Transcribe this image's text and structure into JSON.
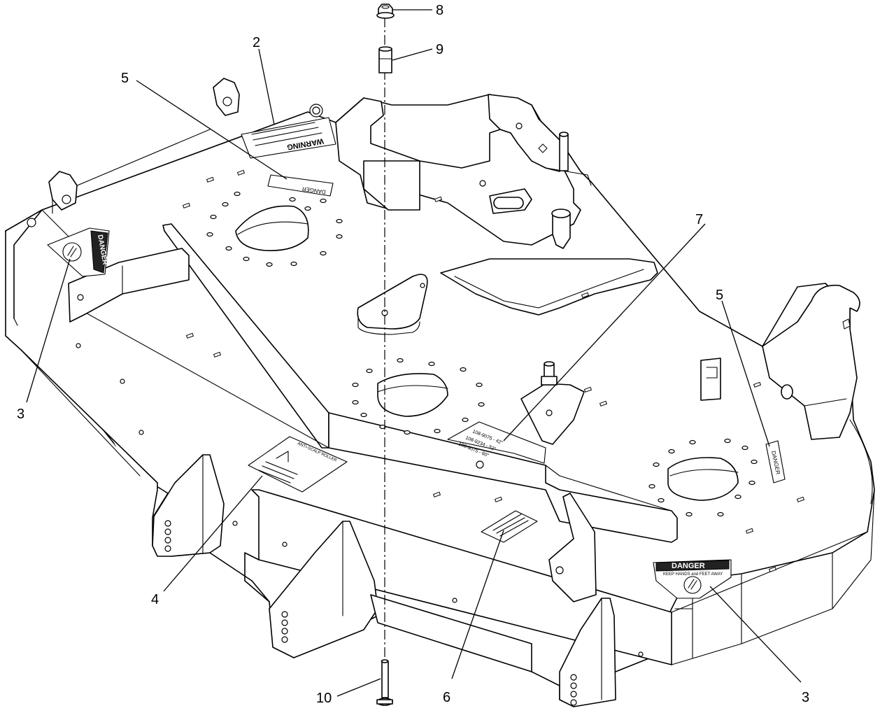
{
  "callouts": {
    "c2": "2",
    "c3a": "3",
    "c3b": "3",
    "c4": "4",
    "c5a": "5",
    "c5b": "5",
    "c6": "6",
    "c7": "7",
    "c8": "8",
    "c9": "9",
    "c10": "10"
  },
  "decals": {
    "warning_title": "WARNING",
    "danger_title": "DANGER",
    "danger_sub": "KEEP HANDS and FEET AWAY",
    "strip_text": "DANGER",
    "anti_scalp": "ANTI-SCALP ROLLER",
    "deck_size_1": "108-9075 - 42\"",
    "deck_size_2": "108-9234 - 52\"",
    "deck_size_3": "108-9075 - 60\""
  }
}
